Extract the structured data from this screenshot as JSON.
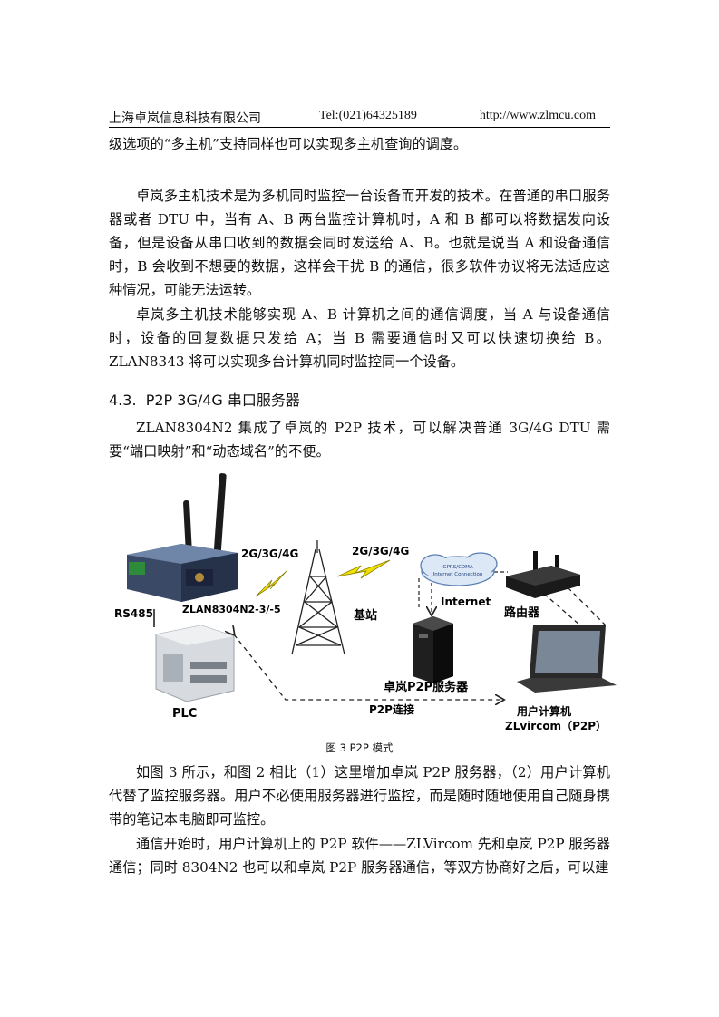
{
  "header": {
    "company": "上海卓岚信息科技有限公司",
    "tel": "Tel:(021)64325189",
    "url": "http://www.zlmcu.com"
  },
  "paragraphs": [
    "级选项的“多主机”支持同样也可以实现多主机查询的调度。",
    "卓岚多主机技术是为多机同时监控一台设备而开发的技术。在普通的串口服务器或者 DTU 中，当有 A、B 两台监控计算机时，A 和 B 都可以将数据发向设备，但是设备从串口收到的数据会同时发送给 A、B。也就是说当 A 和设备通信时，B 会收到不想要的数据，这样会干扰 B 的通信，很多软件协议将无法适应这种情况，可能无法运转。",
    "卓岚多主机技术能够实现 A、B 计算机之间的通信调度，当 A 与设备通信时，设备的回复数据只发给 A；当 B 需要通信时又可以快速切换给 B。ZLAN8343 将可以实现多台计算机同时监控同一个设备。"
  ],
  "section": {
    "number": "4.3.",
    "title": "P2P 3G/4G 串口服务器"
  },
  "intro": "ZLAN8304N2 集成了卓岚的 P2P 技术，可以解决普通 3G/4G DTU 需要“端口映射”和“动态域名”的不便。",
  "figure": {
    "labels": {
      "link1": "2G/3G/4G",
      "link2": "2G/3G/4G",
      "cloud_line1": "GPRS/CDMA",
      "cloud_line2": "Internet Connection",
      "internet": "Internet",
      "rs485": "RS485",
      "device": "ZLAN8304N2-3/-5",
      "station": "基站",
      "router": "路由器",
      "plc": "PLC",
      "server": "卓岚P2P服务器",
      "p2p": "P2P连接",
      "pc": "用户计算机",
      "pc_sw": "ZLvircom（P2P）"
    },
    "caption": "图 3 P2P 模式"
  },
  "after": [
    "如图 3 所示，和图 2 相比（1）这里增加卓岚 P2P 服务器，（2）用户计算机代替了监控服务器。用户不必使用服务器进行监控，而是随时随地使用自己随身携带的笔记本电脑即可监控。",
    "通信开始时，用户计算机上的 P2P 软件——ZLVircom 先和卓岚 P2P 服务器通信；同时 8304N2 也可以和卓岚 P2P 服务器通信，等双方协商好之后，可以建"
  ]
}
